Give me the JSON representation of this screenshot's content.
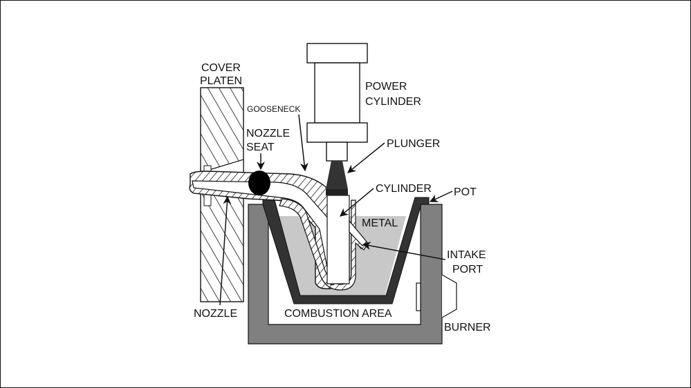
{
  "diagram": {
    "title": "Hot-chamber die casting machine",
    "colors": {
      "outline": "#111111",
      "furnace": "#808080",
      "pot": "#333333",
      "metal": "#c8c8c8",
      "plunger": "#333333",
      "nozzle_seat": "#000000",
      "background": "#ffffff"
    },
    "labels": {
      "cover_platen_line1": "COVER",
      "cover_platen_line2": "PLATEN",
      "gooseneck": "GOOSENECK",
      "nozzle_seat_line1": "NOZZLE",
      "nozzle_seat_line2": "SEAT",
      "power_cylinder_line1": "POWER",
      "power_cylinder_line2": "CYLINDER",
      "plunger": "PLUNGER",
      "cylinder": "CYLINDER",
      "pot": "POT",
      "metal": "METAL",
      "intake_port_line1": "INTAKE",
      "intake_port_line2": "PORT",
      "nozzle": "NOZZLE",
      "combustion_area": "COMBUSTION AREA",
      "burner": "BURNER"
    }
  }
}
